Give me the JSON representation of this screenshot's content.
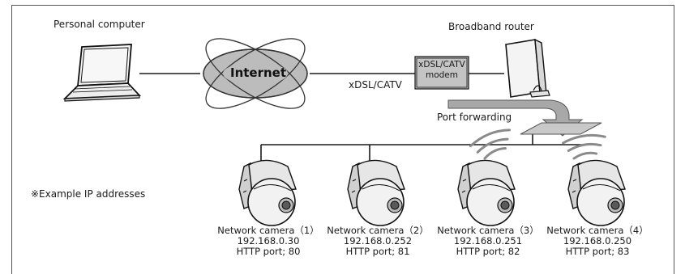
{
  "labels": {
    "pc": "Personal computer",
    "router": "Broadband router",
    "internet": "Internet",
    "modem_line1": "xDSL/CATV",
    "modem_line2": "modem",
    "link": "xDSL/CATV",
    "port_forwarding": "Port forwarding",
    "ip_note": "※Example IP addresses"
  },
  "cameras": [
    {
      "name": "Network camera（1）",
      "ip": "192.168.0.30",
      "port": "HTTP port; 80"
    },
    {
      "name": "Network camera（2）",
      "ip": "192.168.0.252",
      "port": "HTTP port; 81"
    },
    {
      "name": "Network camera（3）",
      "ip": "192.168.0.251",
      "port": "HTTP port; 82"
    },
    {
      "name": "Network camera（4）",
      "ip": "192.168.0.250",
      "port": "HTTP port; 83"
    }
  ],
  "colors": {
    "line": "#1a1a1a",
    "cloud": "#b8b8b8",
    "modem_fill": "#c4c4c4",
    "wireless": "#8a8a8a",
    "camera_dome": "#efefef"
  },
  "icons": [
    "laptop-icon",
    "internet-cloud-icon",
    "modem-icon",
    "router-icon",
    "wireless-signal-icon",
    "network-camera-icon"
  ]
}
